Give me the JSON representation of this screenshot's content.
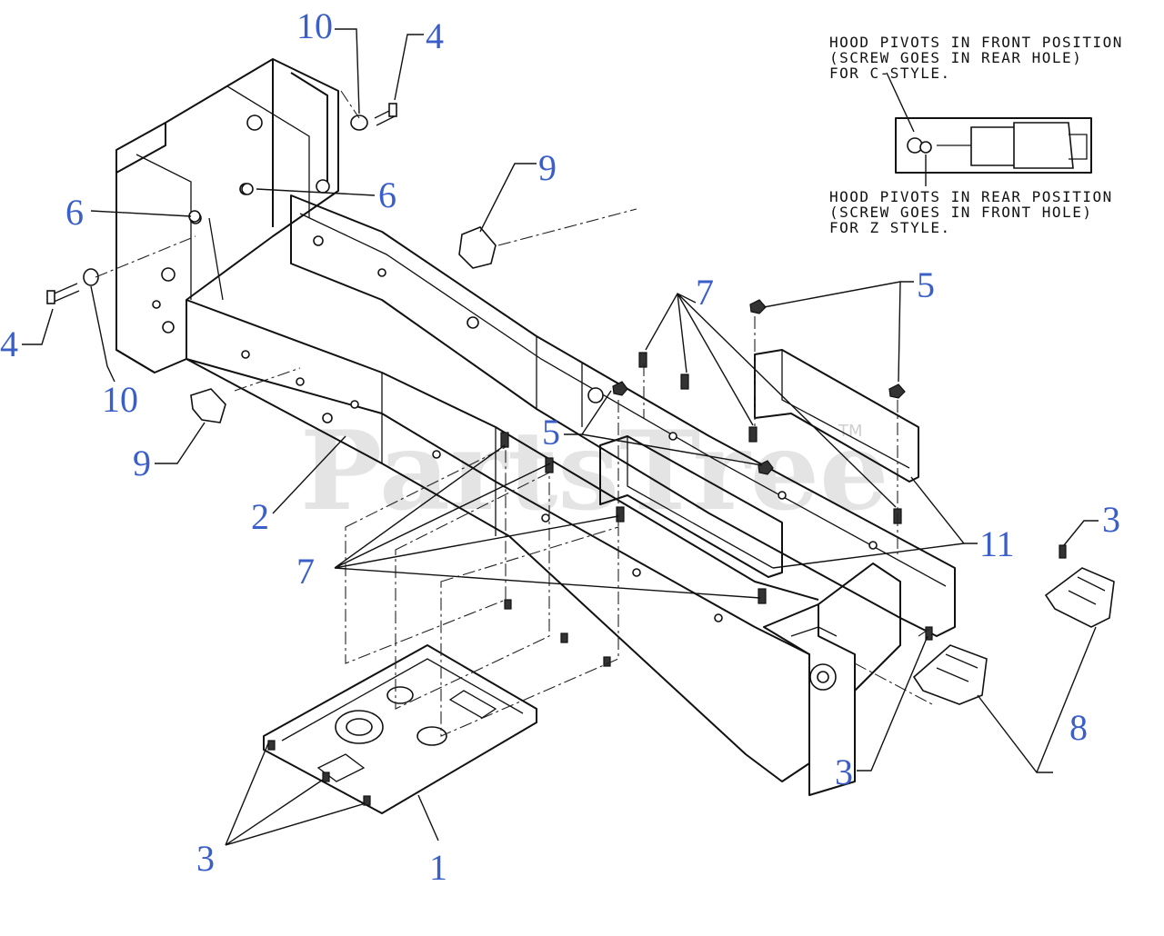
{
  "watermark": {
    "text": "PartsTree",
    "tm": "TM"
  },
  "notes": {
    "front": [
      "HOOD PIVOTS IN FRONT POSITION",
      "(SCREW GOES IN REAR HOLE)",
      "FOR C-STYLE."
    ],
    "rear": [
      "HOOD PIVOTS IN REAR POSITION",
      "(SCREW GOES IN FRONT HOLE)",
      "FOR Z STYLE."
    ]
  },
  "callouts": {
    "c10_top": "10",
    "c4_top": "4",
    "c9_top": "9",
    "c6_left": "6",
    "c6_right": "6",
    "c4_left": "4",
    "c10_left": "10",
    "c9_left": "9",
    "c2": "2",
    "c7_top": "7",
    "c5_right": "5",
    "c5_mid": "5",
    "c7_left": "7",
    "c11": "11",
    "c3_right": "3",
    "c8": "8",
    "c3_bottom": "3",
    "c3_left": "3",
    "c1": "1"
  }
}
